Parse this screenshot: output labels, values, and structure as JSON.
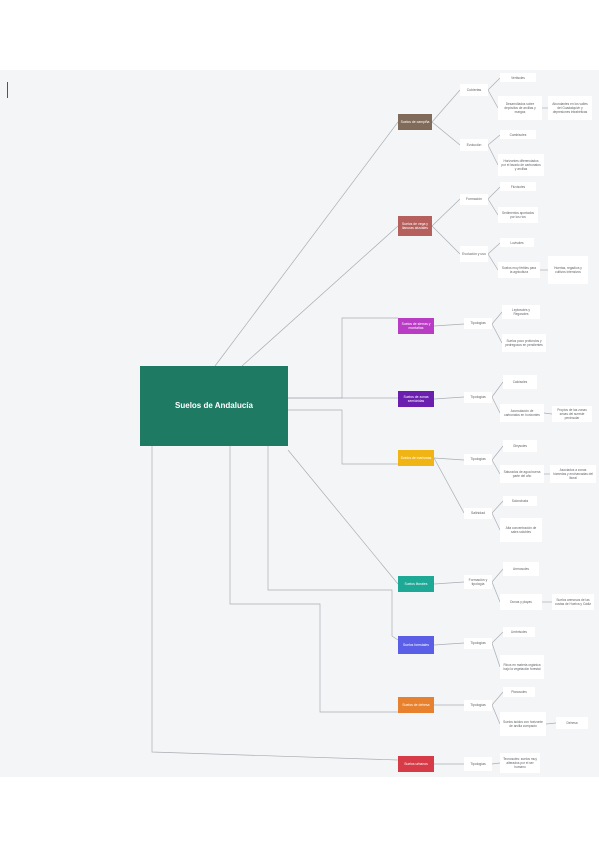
{
  "root": {
    "label": "Suelos de Andalucía"
  },
  "colors": {
    "canvas": "#f4f5f7",
    "root": "#1f7a64",
    "line": "#a9adb3",
    "categories": [
      "#806a5a",
      "#b5605c",
      "#b93dc4",
      "#6a1fae",
      "#f0b515",
      "#1ea896",
      "#5b5fe8",
      "#e8812d",
      "#d63b47"
    ]
  },
  "categories": [
    {
      "label": "Suelos de campiña",
      "subs": [
        {
          "label": "Cubiertas",
          "leaves": [
            {
              "label": "Vertisoles"
            },
            {
              "label": "Desarrollados sobre depósitos de arcillas y margas",
              "detail": "Abundantes en los valles del Guadalquivir y depresiones intrabéticas"
            }
          ]
        },
        {
          "label": "Evolución",
          "leaves": [
            {
              "label": "Cambisoles"
            },
            {
              "label": "Horizontes diferenciados por el lavado de carbonatos y arcillas"
            }
          ]
        }
      ]
    },
    {
      "label": "Suelos de vega y llanuras aluviales",
      "subs": [
        {
          "label": "Formación",
          "leaves": [
            {
              "label": "Fluvisoles"
            },
            {
              "label": "Sedimentos aportados por los ríos"
            }
          ]
        },
        {
          "label": "Evolución y uso",
          "leaves": [
            {
              "label": "Luvisoles"
            },
            {
              "label": "Suelos muy fértiles para la agricultura",
              "detail": "Huertas, regadíos y cultivos intensivos"
            }
          ]
        }
      ]
    },
    {
      "label": "Suelos de sierras y montañas",
      "subs": [
        {
          "label": "Tipologías",
          "leaves": [
            {
              "label": "Leptosoles y Regosoles"
            },
            {
              "label": "Suelos poco profundos y pedregosos en pendientes"
            }
          ]
        }
      ]
    },
    {
      "label": "Suelos de zonas semiáridas",
      "subs": [
        {
          "label": "Tipologías",
          "leaves": [
            {
              "label": "Calcisoles"
            },
            {
              "label": "Acumulación de carbonatos en horizontes",
              "detail": "Propios de las zonas secas del sureste peninsular"
            }
          ]
        }
      ]
    },
    {
      "label": "Suelos de marismas",
      "subs": [
        {
          "label": "Tipologías",
          "leaves": [
            {
              "label": "Gleysoles"
            },
            {
              "label": "Saturados de agua buena parte del año",
              "detail": "Asociados a zonas húmedas y encharcadas del litoral"
            }
          ]
        },
        {
          "label": "Salinidad",
          "leaves": [
            {
              "label": "Solonchaks"
            },
            {
              "label": "Alta concentración de sales solubles"
            }
          ]
        }
      ]
    },
    {
      "label": "Suelos litorales",
      "subs": [
        {
          "label": "Formación y tipología",
          "leaves": [
            {
              "label": "Arenosoles"
            },
            {
              "label": "Dunas y playas",
              "detail": "Suelos arenosos de las costas de Huelva y Cádiz"
            }
          ]
        }
      ]
    },
    {
      "label": "Suelos forestales",
      "subs": [
        {
          "label": "Tipologías",
          "leaves": [
            {
              "label": "Umbrisoles"
            },
            {
              "label": "Ricos en materia orgánica bajo la vegetación forestal"
            }
          ]
        }
      ]
    },
    {
      "label": "Suelos de dehesa",
      "subs": [
        {
          "label": "Tipologías",
          "leaves": [
            {
              "label": "Planosoles"
            },
            {
              "label": "Suelos ácidos con horizonte de arcilla compacto",
              "detail": "Dehesa"
            }
          ]
        }
      ]
    },
    {
      "label": "Suelos urbanos",
      "subs": [
        {
          "label": "Tipologías",
          "leaves": [
            {
              "label": "Tecnosoles: suelos muy alterados por el ser humano"
            }
          ]
        }
      ]
    }
  ]
}
